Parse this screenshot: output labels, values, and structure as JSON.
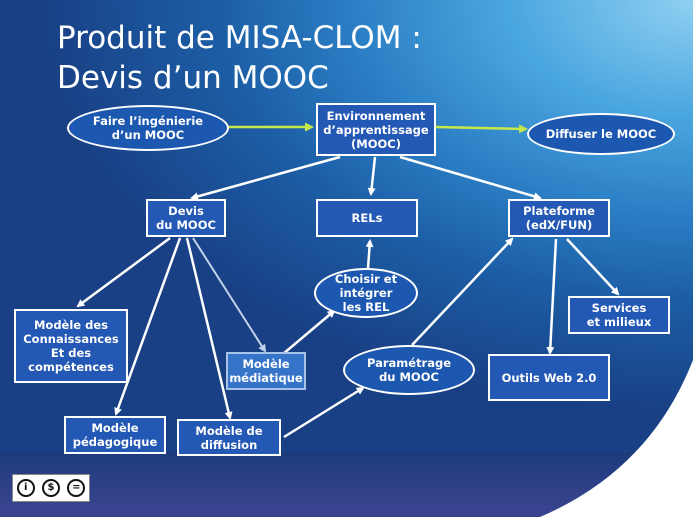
{
  "slide": {
    "title_line1": "Produit de MISA-CLOM :",
    "title_line2": "Devis d’un MOOC"
  },
  "nodes": {
    "ingenierie": "Faire l’ingénierie\nd’un MOOC",
    "environnement": "Environnement\nd’apprentissage\n(MOOC)",
    "diffuser": "Diffuser le MOOC",
    "devis": "Devis\ndu MOOC",
    "rels": "RELs",
    "plateforme": "Plateforme\n(edX/FUN)",
    "choisir": "Choisir et\nintégrer\nles REL",
    "services": "Services\net milieux",
    "connaissances": "Modèle des\nConnaissances\nEt des\ncompétences",
    "mediatique": "Modèle\nmédiatique",
    "parametrage": "Paramétrage\ndu MOOC",
    "outils": "Outils Web 2.0",
    "pedagogique": "Modèle\npédagogique",
    "diffusion": "Modèle de\ndiffusion"
  },
  "license": {
    "icons": [
      "cc-by-icon",
      "cc-nc-icon",
      "cc-nd-icon"
    ],
    "glyphs": [
      "i",
      "$",
      "="
    ]
  },
  "colors": {
    "box_fill": "#2358b4",
    "arrow_white": "#ffffff",
    "arrow_green": "#c6e84a"
  }
}
